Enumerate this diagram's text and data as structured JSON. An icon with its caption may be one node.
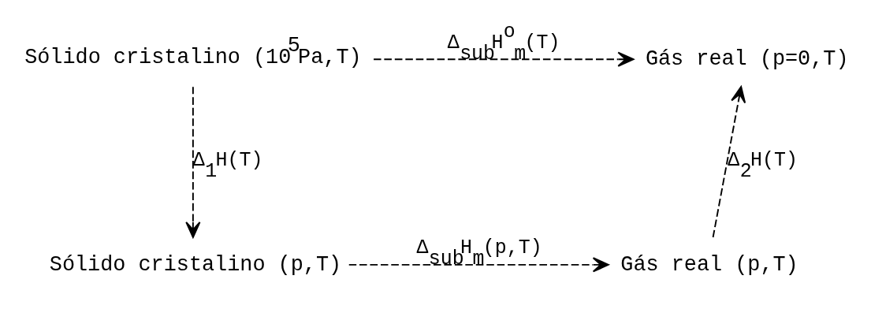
{
  "diagram": {
    "nodes": [
      {
        "text": [
          "Sólido cristalino (10$^{5}$Pa,T)"
        ]
      },
      {
        "text": [
          "Gás real (p=0,T)"
        ]
      },
      {
        "text": [
          "Sólido cristalino (p,T)"
        ]
      },
      {
        "text": [
          "Gás real (p,T)"
        ]
      }
    ],
    "edges": [
      {
        "from": 0,
        "to": 1,
        "arrow": "to",
        "style": "dashed",
        "label": "Δ$_{sub}$H$^{o}$$_{m}$(T)"
      },
      {
        "from": 0,
        "to": 2,
        "arrow": "to",
        "style": "dashed",
        "label": "Δ$_{1}$H(T)"
      },
      {
        "from": 2,
        "to": 3,
        "arrow": "to",
        "style": "dashed",
        "label": "Δ$_{sub}$H$_{m}$(p,T)"
      },
      {
        "from": 3,
        "to": 1,
        "arrow": "to",
        "style": "dashed",
        "label": "Δ$_{2}$H(T)"
      }
    ]
  }
}
